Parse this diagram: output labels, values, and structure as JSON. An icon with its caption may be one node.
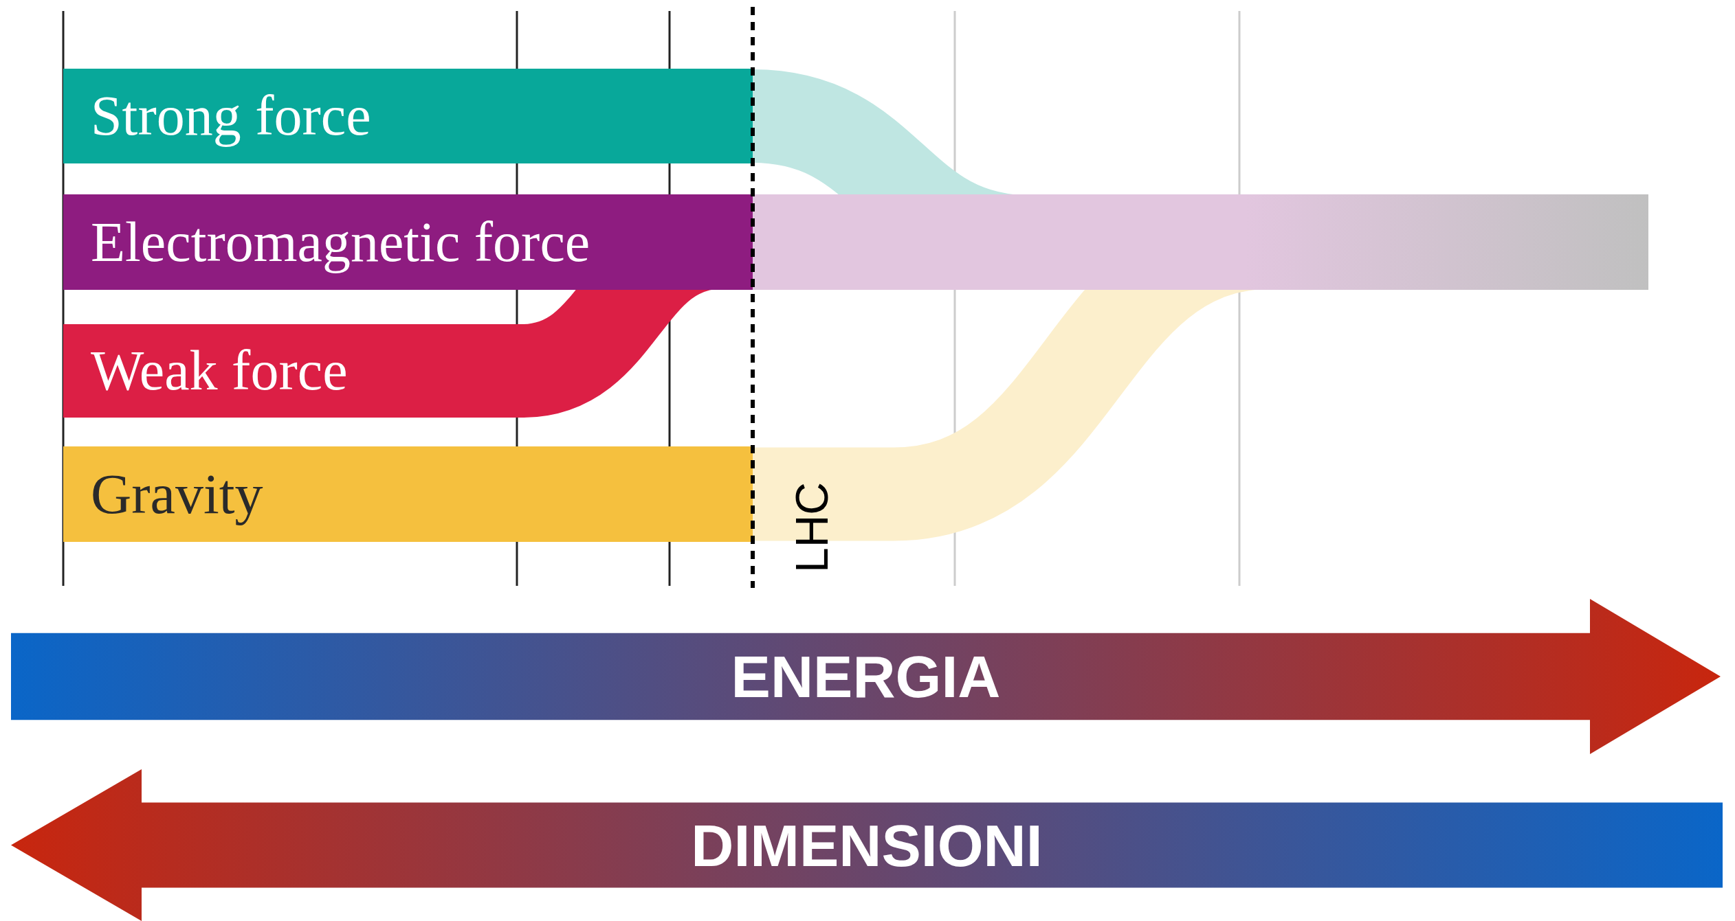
{
  "diagram": {
    "nodes": [
      {
        "text": [
          "Strong force"
        ]
      },
      {
        "text": [
          "Electromagnetic force"
        ]
      },
      {
        "text": [
          "Weak force"
        ]
      },
      {
        "text": [
          "Gravity"
        ]
      },
      {
        "text": [],
        "shape": "bar"
      },
      {
        "text": [
          "ENERGIA"
        ]
      },
      {
        "text": [
          "DIMENSIONI"
        ]
      }
    ],
    "edges": [
      {
        "from": 2,
        "to": 1,
        "arrow": "none",
        "color": "#dc1f45"
      },
      {
        "from": 0,
        "to": 4,
        "arrow": "none",
        "color": "#bfe6e2"
      },
      {
        "from": 3,
        "to": 4,
        "arrow": "none",
        "color": "#fcefcc"
      }
    ],
    "labels": [
      "LHC"
    ]
  }
}
